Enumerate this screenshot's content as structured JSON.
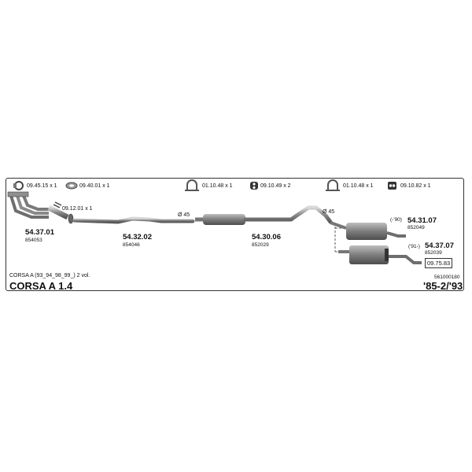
{
  "parts_list": {
    "p1": "09.45.15 x 1",
    "p2": "09.40.01 x 1",
    "p3": "01.10.48 x 1",
    "p4": "09.10.49 x 2",
    "p5": "01.10.48 x 1",
    "p6": "09.10.82 x 1",
    "p7": "09.12.01 x 1"
  },
  "diameters": {
    "d1": "Ø 45",
    "d2": "Ø 45"
  },
  "components": {
    "manifold": {
      "code": "54.37.01",
      "ref": "854053"
    },
    "front_pipe": {
      "code": "54.32.02",
      "ref": "854046"
    },
    "middle_silencer": {
      "code": "54.30.06",
      "ref": "852029"
    },
    "rear_silencer_a": {
      "period": "(-'90)",
      "code": "54.31.07",
      "ref": "852049"
    },
    "rear_silencer_b": {
      "period": "('91-)",
      "code": "54.37.07",
      "ref": "852039"
    },
    "accessory": "09.75.83"
  },
  "footer": {
    "variant_note": "CORSA A (93_94_98_99_) 2 vol.",
    "doc_number": "561000180",
    "model": "CORSA A 1.4",
    "years": "'85-2/'93"
  }
}
